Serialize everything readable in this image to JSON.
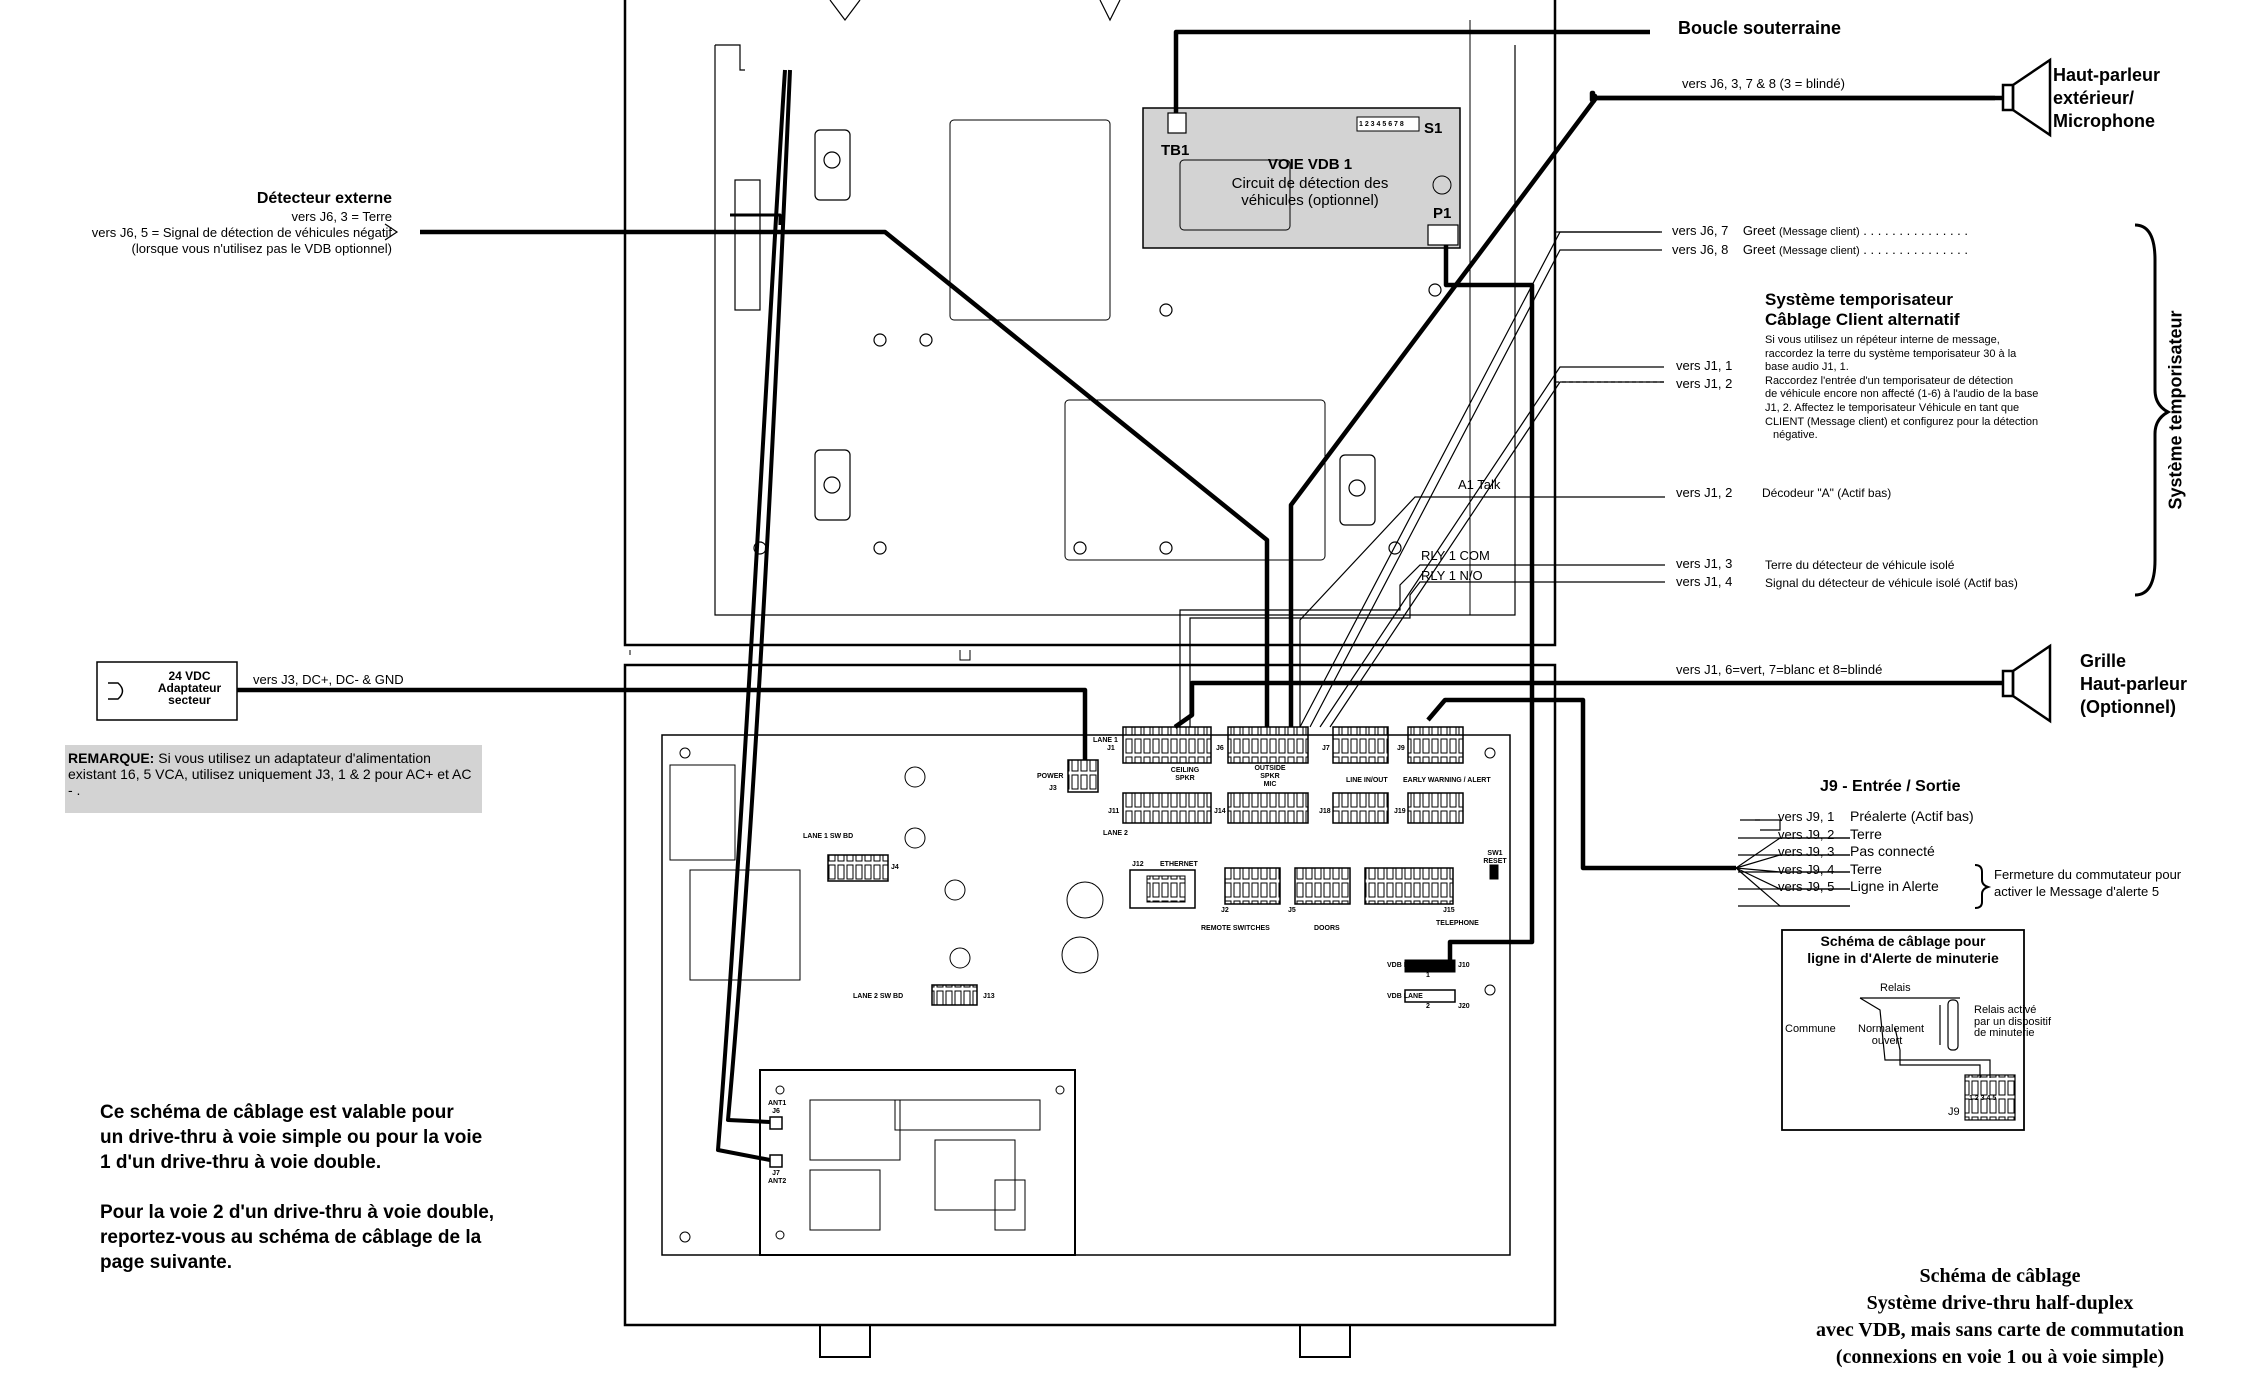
{
  "loop": {
    "title": "Boucle souterraine"
  },
  "outdoor_speaker": {
    "wiring": "vers J6, 3, 7 & 8 (3 = blindé)",
    "title": [
      "Haut-parleur",
      "extérieur/",
      "Microphone"
    ]
  },
  "vdb_board": {
    "tb1": "TB1",
    "s1": "S1",
    "p1": "P1",
    "title": "VOIE VDB 1",
    "desc": [
      "Circuit de détection des",
      "véhicules (optionnel)"
    ],
    "dip_text": "1 2 3 4 5 6 7 8"
  },
  "external_detector": {
    "title": "Détecteur externe",
    "lines": [
      "vers J6, 3 = Terre",
      "vers J6, 5 = Signal de détection de véhicules négatif",
      "(lorsque vous n'utilisez pas le VDB optionnel)"
    ]
  },
  "greet": [
    {
      "to": "vers J6, 7",
      "label": "Greet",
      "note": "(Message client)"
    },
    {
      "to": "vers J6, 8",
      "label": "Greet",
      "note": "(Message client)"
    }
  ],
  "timer_system": {
    "title": [
      "Système temporisateur",
      "Câblage Client alternatif"
    ],
    "desc": [
      "Si vous utilisez un répéteur interne de message,",
      "raccordez la terre du système temporisateur 30 à la",
      "base audio J1, 1.",
      "Raccordez l'entrée d'un temporisateur de détection",
      "de véhicule encore non affecté (1-6) à l'audio de la base",
      "J1, 2. Affectez le temporisateur Véhicule en tant que",
      "CLIENT (Message client) et configurez pour la détection",
      "négative."
    ],
    "j1_1": "vers J1,  1",
    "j1_2": "vers J1,  2",
    "side_label": "Système temporisateur"
  },
  "a1_talk": {
    "label": "A1 Talk",
    "to": "vers J1,  2",
    "desc": "Décodeur \"A\" (Actif bas)"
  },
  "relay": {
    "com": "RLY 1 COM",
    "no": "RLY 1 N/O",
    "to3": "vers J1,  3",
    "desc3": "Terre du détecteur de véhicule isolé",
    "to4": "vers J1,  4",
    "desc4": "Signal du détecteur de véhicule isolé  (Actif bas)"
  },
  "grille": {
    "wiring": "vers J1, 6=vert, 7=blanc et 8=blindé",
    "title": [
      "Grille",
      "Haut-parleur",
      "(Optionnel)"
    ]
  },
  "adapter": {
    "title": [
      "24 VDC",
      "Adaptateur",
      "secteur"
    ],
    "wiring": "vers J3, DC+, DC- & GND"
  },
  "note": {
    "bold": "REMARQUE:",
    "text": " Si vous utilisez un adaptateur d'alimentation existant 16, 5 VCA, utilisez uniquement J3, 1 & 2 pour AC+ et AC - ."
  },
  "j9": {
    "title": "J9 - Entrée / Sortie",
    "rows": [
      {
        "to": "vers J9,  1",
        "desc": "Préalerte (Actif bas)"
      },
      {
        "to": "vers J9,  2",
        "desc": "Terre"
      },
      {
        "to": "vers J9,  3",
        "desc": "Pas connecté"
      },
      {
        "to": "vers J9,  4",
        "desc": "Terre"
      },
      {
        "to": "vers J9,  5",
        "desc": "Ligne in Alerte"
      }
    ],
    "closure": [
      "Fermeture du commutateur pour",
      "activer le Message d'alerte 5"
    ]
  },
  "alert_box": {
    "title": [
      "Schéma de câblage pour",
      "ligne in d'Alerte de minuterie"
    ],
    "relais": "Relais",
    "commune": "Commune",
    "normal": [
      "Normalement",
      "ouvert"
    ],
    "activated": [
      "Relais activé",
      "par un dispositif",
      "de minuterie"
    ],
    "j9": "J9",
    "pins": "1 2 3 4 5"
  },
  "main_board": {
    "lane1": "LANE 1",
    "j1": "J1",
    "j6": "J6",
    "j7": "J7",
    "j9": "J9",
    "power": "POWER",
    "j3": "J3",
    "ceiling": [
      "CEILING",
      "SPKR"
    ],
    "outside": [
      "OUTSIDE",
      "SPKR",
      "MIC"
    ],
    "line_in_out": "LINE IN/OUT",
    "early": "EARLY WARNING / ALERT",
    "j11": "J11",
    "j14": "J14",
    "j18": "J18",
    "j19": "J19",
    "lane2": "LANE 2",
    "lane1_sw": "LANE 1 SW BD",
    "j4": "J4",
    "j12": "J12",
    "ethernet": "ETHERNET",
    "j2": "J2",
    "j5": "J5",
    "j15": "J15",
    "telephone": "TELEPHONE",
    "remote": "REMOTE  SWITCHES",
    "doors": "DOORS",
    "sw1": [
      "SW1",
      "RESET"
    ],
    "vdb_lane1": "VDB LANE",
    "vdb_lane1_n": "1",
    "j10": "J10",
    "vdb_lane2": "VDB LANE",
    "vdb_lane2_n": "2",
    "j20": "J20",
    "lane2_sw": "LANE 2 SW BD",
    "j13": "J13",
    "ant1": [
      "ANT1",
      "J6"
    ],
    "ant2": [
      "J7",
      "ANT2"
    ]
  },
  "validity": [
    "Ce schéma de câblage est valable pour",
    "un drive-thru à voie simple ou pour la voie",
    "1 d'un drive-thru à voie double."
  ],
  "lane2_note": [
    "Pour la voie 2 d'un drive-thru à voie double,",
    "reportez-vous au schéma de câblage de la",
    "page suivante."
  ],
  "footer": [
    "Schéma de câblage",
    "Système drive-thru half-duplex",
    "avec VDB, mais sans carte de commutation",
    "(connexions en voie 1 ou à voie simple)"
  ],
  "colors": {
    "line": "#000000",
    "board_fill": "#d3d3d3",
    "note_fill": "#d3d3d3"
  }
}
